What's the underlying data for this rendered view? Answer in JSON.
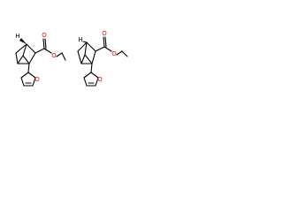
{
  "structure": {
    "atom_labels": {
      "o_ester_left": "O",
      "o_carbonyl_left": "O",
      "o_furan_left": "O",
      "h_left": "H",
      "o_ester_right": "O",
      "o_carbonyl_right": "O",
      "o_furan_right": "O",
      "h_right": "H"
    },
    "colors": {
      "oxygen": "#ff0000",
      "bond": "#000000"
    }
  }
}
